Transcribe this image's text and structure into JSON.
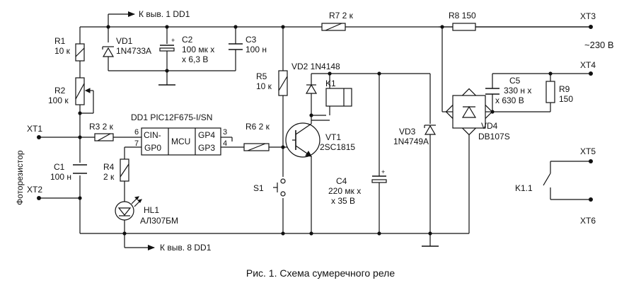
{
  "caption": "Рис. 1. Схема сумеречного реле",
  "arrows": {
    "top": "К выв. 1 DD1",
    "bottom": "К выв. 8 DD1"
  },
  "terminals": {
    "xt1": "XT1",
    "xt2": "XT2",
    "xt3": "XT3",
    "xt4": "XT4",
    "xt5": "XT5",
    "xt6": "XT6"
  },
  "photoresistor": "Фоторезистор",
  "mains": "~230 В",
  "dd1": {
    "name": "DD1 PIC12F675-I/SN",
    "mcu": "MCU",
    "cin": "CIN-",
    "gp0": "GP0",
    "gp4": "GP4",
    "gp3": "GP3",
    "pin6": "6",
    "pin7": "7",
    "pin3": "3",
    "pin4": "4"
  },
  "components": {
    "r1": [
      "R1",
      "10 к"
    ],
    "r2": [
      "R2",
      "100 к"
    ],
    "r3": "R3 2 к",
    "r4": [
      "R4",
      "2 к"
    ],
    "r5": [
      "R5",
      "10 к"
    ],
    "r6": "R6 2 к",
    "r7": "R7 2 к",
    "r8": "R8 150",
    "r9": [
      "R9",
      "150"
    ],
    "c1": [
      "C1",
      "100 н"
    ],
    "c2": [
      "C2",
      "100 мк х",
      "х 6,3 В"
    ],
    "c3": [
      "C3",
      "100 н"
    ],
    "c4": [
      "C4",
      "220 мк х",
      "х 35 В"
    ],
    "c5": [
      "C5",
      "330 н х",
      "х 630 В"
    ],
    "vd1": [
      "VD1",
      "1N4733A"
    ],
    "vd2": "VD2 1N4148",
    "vd3": [
      "VD3",
      "1N4749A"
    ],
    "vd4": [
      "VD4",
      "DB107S"
    ],
    "vt1": [
      "VT1",
      "2SC1815"
    ],
    "k1": "K1",
    "k11": "K1.1",
    "s1": "S1",
    "hl1": [
      "HL1",
      "АЛ307БМ"
    ]
  }
}
